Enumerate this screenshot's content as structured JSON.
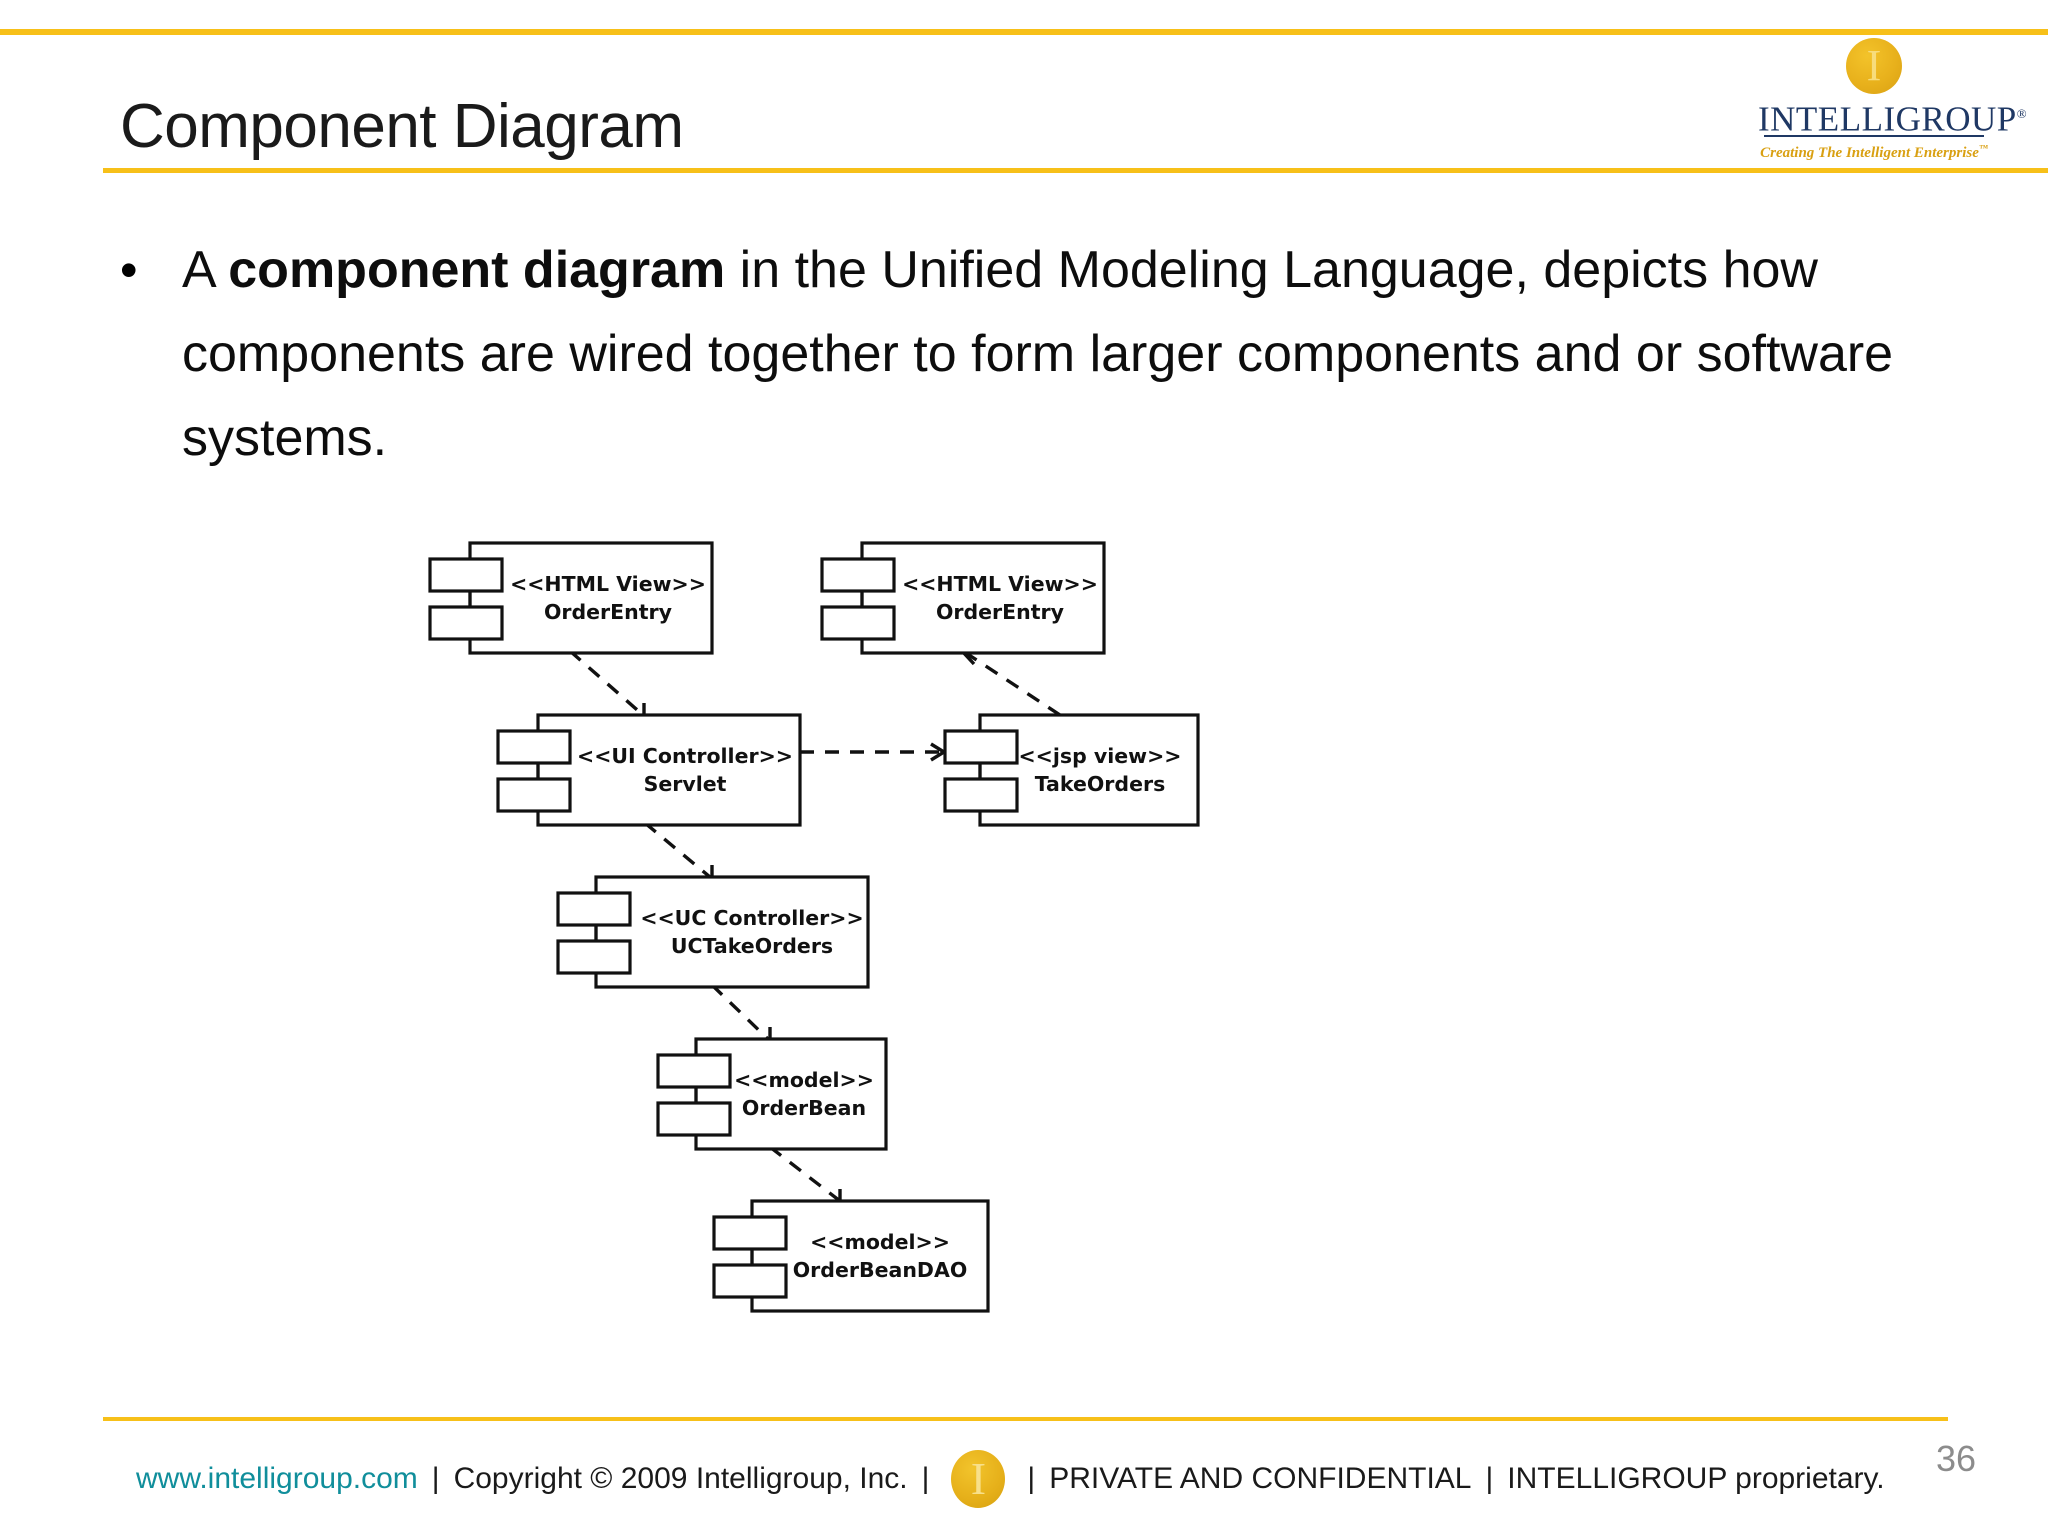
{
  "slide": {
    "title": "Component Diagram",
    "page_number": "36",
    "accent_gold": "#F7C019",
    "brand_navy": "#1F3864",
    "link_teal": "#108E9B"
  },
  "brand": {
    "mark_letter": "I",
    "wordmark": "INTELLIGROUP",
    "registered": "®",
    "tagline": "Creating The Intelligent Enterprise",
    "trademark": "™"
  },
  "body": {
    "bullet_marker": "•",
    "text_lead": "A ",
    "text_bold": "component diagram",
    "text_rest": " in the Unified Modeling Language, depicts how components are wired together to form larger components and or software systems."
  },
  "diagram": {
    "type": "uml-component-diagram",
    "components": [
      {
        "id": "html-view-order-entry-1",
        "stereotype": "<<HTML View>>",
        "name": "OrderEntry"
      },
      {
        "id": "html-view-order-entry-2",
        "stereotype": "<<HTML View>>",
        "name": "OrderEntry"
      },
      {
        "id": "ui-controller-servlet",
        "stereotype": "<<UI Controller>>",
        "name": "Servlet"
      },
      {
        "id": "jsp-view-take-orders",
        "stereotype": "<<jsp view>>",
        "name": "TakeOrders"
      },
      {
        "id": "uc-controller-uctakeorders",
        "stereotype": "<<UC Controller>>",
        "name": "UCTakeOrders"
      },
      {
        "id": "model-order-bean",
        "stereotype": "<<model>>",
        "name": "OrderBean"
      },
      {
        "id": "model-order-bean-dao",
        "stereotype": "<<model>>",
        "name": "OrderBeanDAO"
      }
    ],
    "dependencies": [
      {
        "from": "html-view-order-entry-1",
        "to": "ui-controller-servlet",
        "style": "dashed-arrow"
      },
      {
        "from": "ui-controller-servlet",
        "to": "jsp-view-take-orders",
        "style": "dashed-arrow"
      },
      {
        "from": "jsp-view-take-orders",
        "to": "html-view-order-entry-2",
        "style": "dashed-arrow"
      },
      {
        "from": "ui-controller-servlet",
        "to": "uc-controller-uctakeorders",
        "style": "dashed-arrow"
      },
      {
        "from": "uc-controller-uctakeorders",
        "to": "model-order-bean",
        "style": "dashed-arrow"
      },
      {
        "from": "model-order-bean",
        "to": "model-order-bean-dao",
        "style": "dashed-arrow"
      }
    ]
  },
  "footer": {
    "url": "www.intelligroup.com",
    "separator": "|",
    "copyright": "Copyright © 2009 Intelligroup, Inc.",
    "badge_letter": "I",
    "confidential": "PRIVATE AND CONFIDENTIAL",
    "proprietary": "INTELLIGROUP proprietary."
  }
}
